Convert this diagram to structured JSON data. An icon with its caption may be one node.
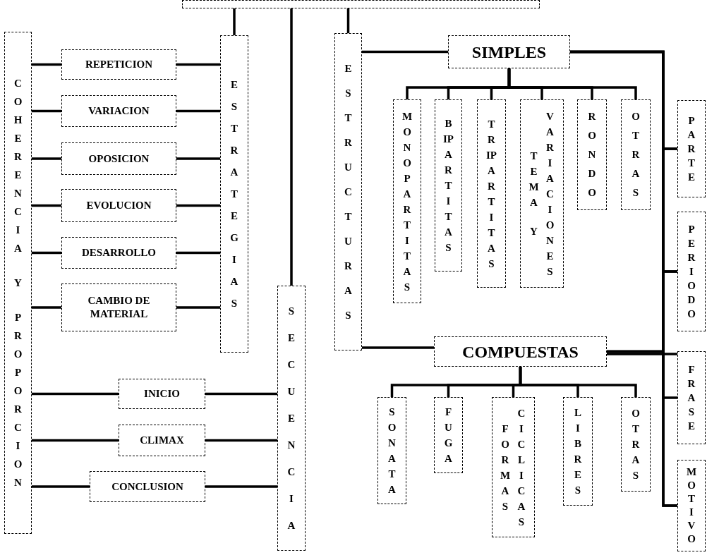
{
  "diagram": {
    "nodes": [
      {
        "text": [],
        "shape": "box"
      },
      {
        "text": [
          "COHERENCIA Y PROPORCION"
        ]
      },
      {
        "text": [
          "REPETICION"
        ]
      },
      {
        "text": [
          "VARIACION"
        ]
      },
      {
        "text": [
          "OPOSICION"
        ]
      },
      {
        "text": [
          "EVOLUCION"
        ]
      },
      {
        "text": [
          "DESARROLLO"
        ]
      },
      {
        "text": [
          "CAMBIO DE MATERIAL"
        ]
      },
      {
        "text": [
          "ESTRATEGIAS"
        ]
      },
      {
        "text": [
          "SECUENCIA"
        ]
      },
      {
        "text": [
          "INICIO"
        ]
      },
      {
        "text": [
          "CLIMAX"
        ]
      },
      {
        "text": [
          "CONCLUSION"
        ]
      },
      {
        "text": [
          "ESTRUCTURAS"
        ]
      },
      {
        "text": [
          "SIMPLES"
        ]
      },
      {
        "text": [
          "MONOPARTITAS"
        ]
      },
      {
        "text": [
          "BIPARTITAS"
        ]
      },
      {
        "text": [
          "TRIPARTITAS"
        ]
      },
      {
        "text": [
          "TEMA Y",
          "VARIACIONES"
        ]
      },
      {
        "text": [
          "RONDO"
        ]
      },
      {
        "text": [
          "OTRAS"
        ]
      },
      {
        "text": [
          "COMPUESTAS"
        ]
      },
      {
        "text": [
          "SONATA"
        ]
      },
      {
        "text": [
          "FUGA"
        ]
      },
      {
        "text": [
          "FORMAS",
          "CICLICAS"
        ]
      },
      {
        "text": [
          "LIBRES"
        ]
      },
      {
        "text": [
          "OTRAS"
        ]
      },
      {
        "text": [
          "PARTE"
        ]
      },
      {
        "text": [
          "PERIODO"
        ]
      },
      {
        "text": [
          "FRASE"
        ]
      },
      {
        "text": [
          "MOTIVO"
        ]
      }
    ],
    "edges": [
      {
        "from": 0,
        "to": 8,
        "arrow": "none"
      },
      {
        "from": 0,
        "to": 9,
        "arrow": "none"
      },
      {
        "from": 0,
        "to": 13,
        "arrow": "none"
      },
      {
        "from": 1,
        "to": 2,
        "arrow": "none"
      },
      {
        "from": 1,
        "to": 3,
        "arrow": "none"
      },
      {
        "from": 1,
        "to": 4,
        "arrow": "none"
      },
      {
        "from": 1,
        "to": 5,
        "arrow": "none"
      },
      {
        "from": 1,
        "to": 6,
        "arrow": "none"
      },
      {
        "from": 1,
        "to": 7,
        "arrow": "none"
      },
      {
        "from": 2,
        "to": 8,
        "arrow": "none"
      },
      {
        "from": 3,
        "to": 8,
        "arrow": "none"
      },
      {
        "from": 4,
        "to": 8,
        "arrow": "none"
      },
      {
        "from": 5,
        "to": 8,
        "arrow": "none"
      },
      {
        "from": 6,
        "to": 8,
        "arrow": "none"
      },
      {
        "from": 7,
        "to": 8,
        "arrow": "none"
      },
      {
        "from": 1,
        "to": 10,
        "arrow": "none"
      },
      {
        "from": 1,
        "to": 11,
        "arrow": "none"
      },
      {
        "from": 1,
        "to": 12,
        "arrow": "none"
      },
      {
        "from": 10,
        "to": 9,
        "arrow": "none"
      },
      {
        "from": 11,
        "to": 9,
        "arrow": "none"
      },
      {
        "from": 12,
        "to": 9,
        "arrow": "none"
      },
      {
        "from": 13,
        "to": 14,
        "arrow": "none"
      },
      {
        "from": 13,
        "to": 21,
        "arrow": "none"
      },
      {
        "from": 14,
        "to": 15,
        "arrow": "none"
      },
      {
        "from": 14,
        "to": 16,
        "arrow": "none"
      },
      {
        "from": 14,
        "to": 17,
        "arrow": "none"
      },
      {
        "from": 14,
        "to": 18,
        "arrow": "none"
      },
      {
        "from": 14,
        "to": 19,
        "arrow": "none"
      },
      {
        "from": 14,
        "to": 20,
        "arrow": "none"
      },
      {
        "from": 21,
        "to": 22,
        "arrow": "none"
      },
      {
        "from": 21,
        "to": 23,
        "arrow": "none"
      },
      {
        "from": 21,
        "to": 24,
        "arrow": "none"
      },
      {
        "from": 21,
        "to": 25,
        "arrow": "none"
      },
      {
        "from": 21,
        "to": 26,
        "arrow": "none"
      },
      {
        "from": 14,
        "to": 27,
        "arrow": "none"
      },
      {
        "from": 14,
        "to": 28,
        "arrow": "none"
      },
      {
        "from": 14,
        "to": 29,
        "arrow": "none"
      },
      {
        "from": 14,
        "to": 30,
        "arrow": "none"
      },
      {
        "from": 21,
        "to": 27,
        "arrow": "none"
      },
      {
        "from": 21,
        "to": 28,
        "arrow": "none"
      },
      {
        "from": 21,
        "to": 29,
        "arrow": "none"
      },
      {
        "from": 21,
        "to": 30,
        "arrow": "none"
      }
    ]
  }
}
